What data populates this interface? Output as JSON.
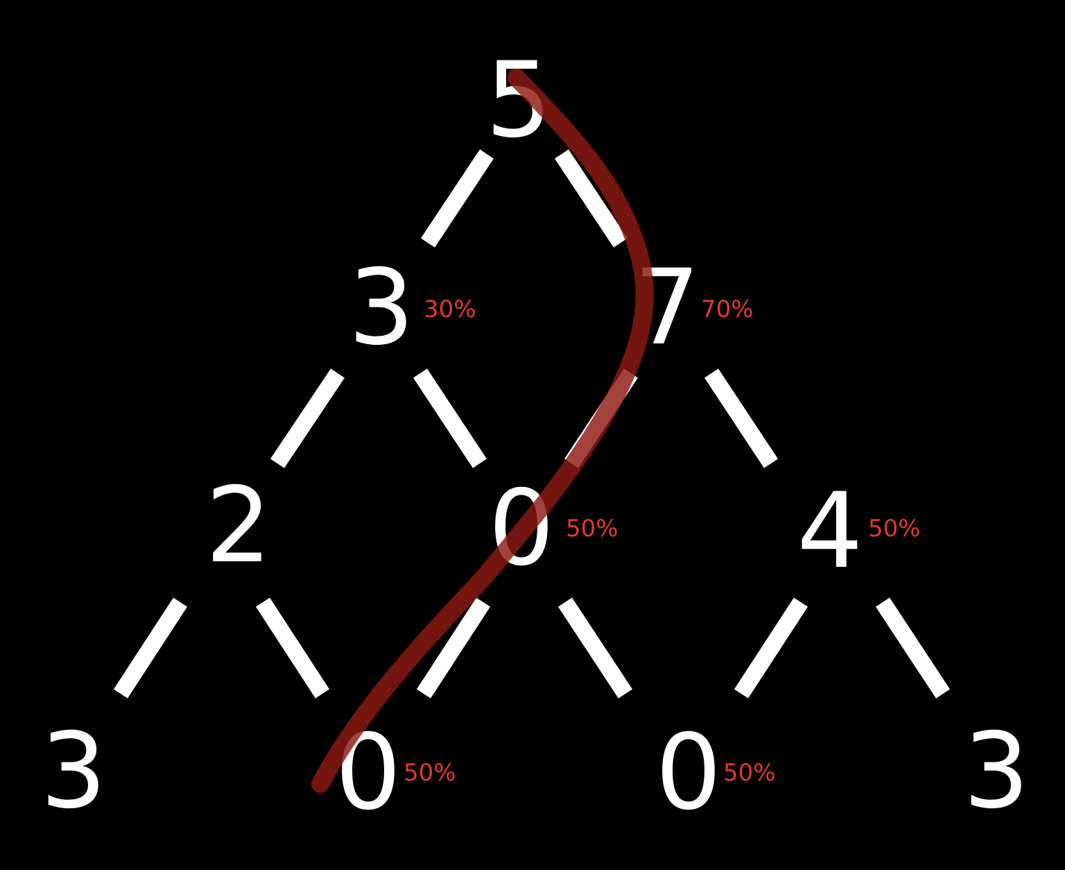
{
  "diagram": {
    "type": "number-triangle-path",
    "rows": [
      [
        {
          "value": "5",
          "pct": ""
        }
      ],
      [
        {
          "value": "3",
          "pct": "30%"
        },
        {
          "value": "7",
          "pct": "70%"
        }
      ],
      [
        {
          "value": "2",
          "pct": ""
        },
        {
          "value": "0",
          "pct": "50%"
        },
        {
          "value": "4",
          "pct": "50%"
        }
      ],
      [
        {
          "value": "3",
          "pct": ""
        },
        {
          "value": "0",
          "pct": "50%"
        },
        {
          "value": "0",
          "pct": "50%"
        },
        {
          "value": "3",
          "pct": ""
        }
      ]
    ],
    "highlighted_path": [
      "5",
      "7",
      "0",
      "0"
    ],
    "colors": {
      "background": "#000000",
      "numbers": "#ffffff",
      "edges": "#ffffff",
      "percent_labels": "#e0392b",
      "path": "#8e1a12"
    }
  }
}
